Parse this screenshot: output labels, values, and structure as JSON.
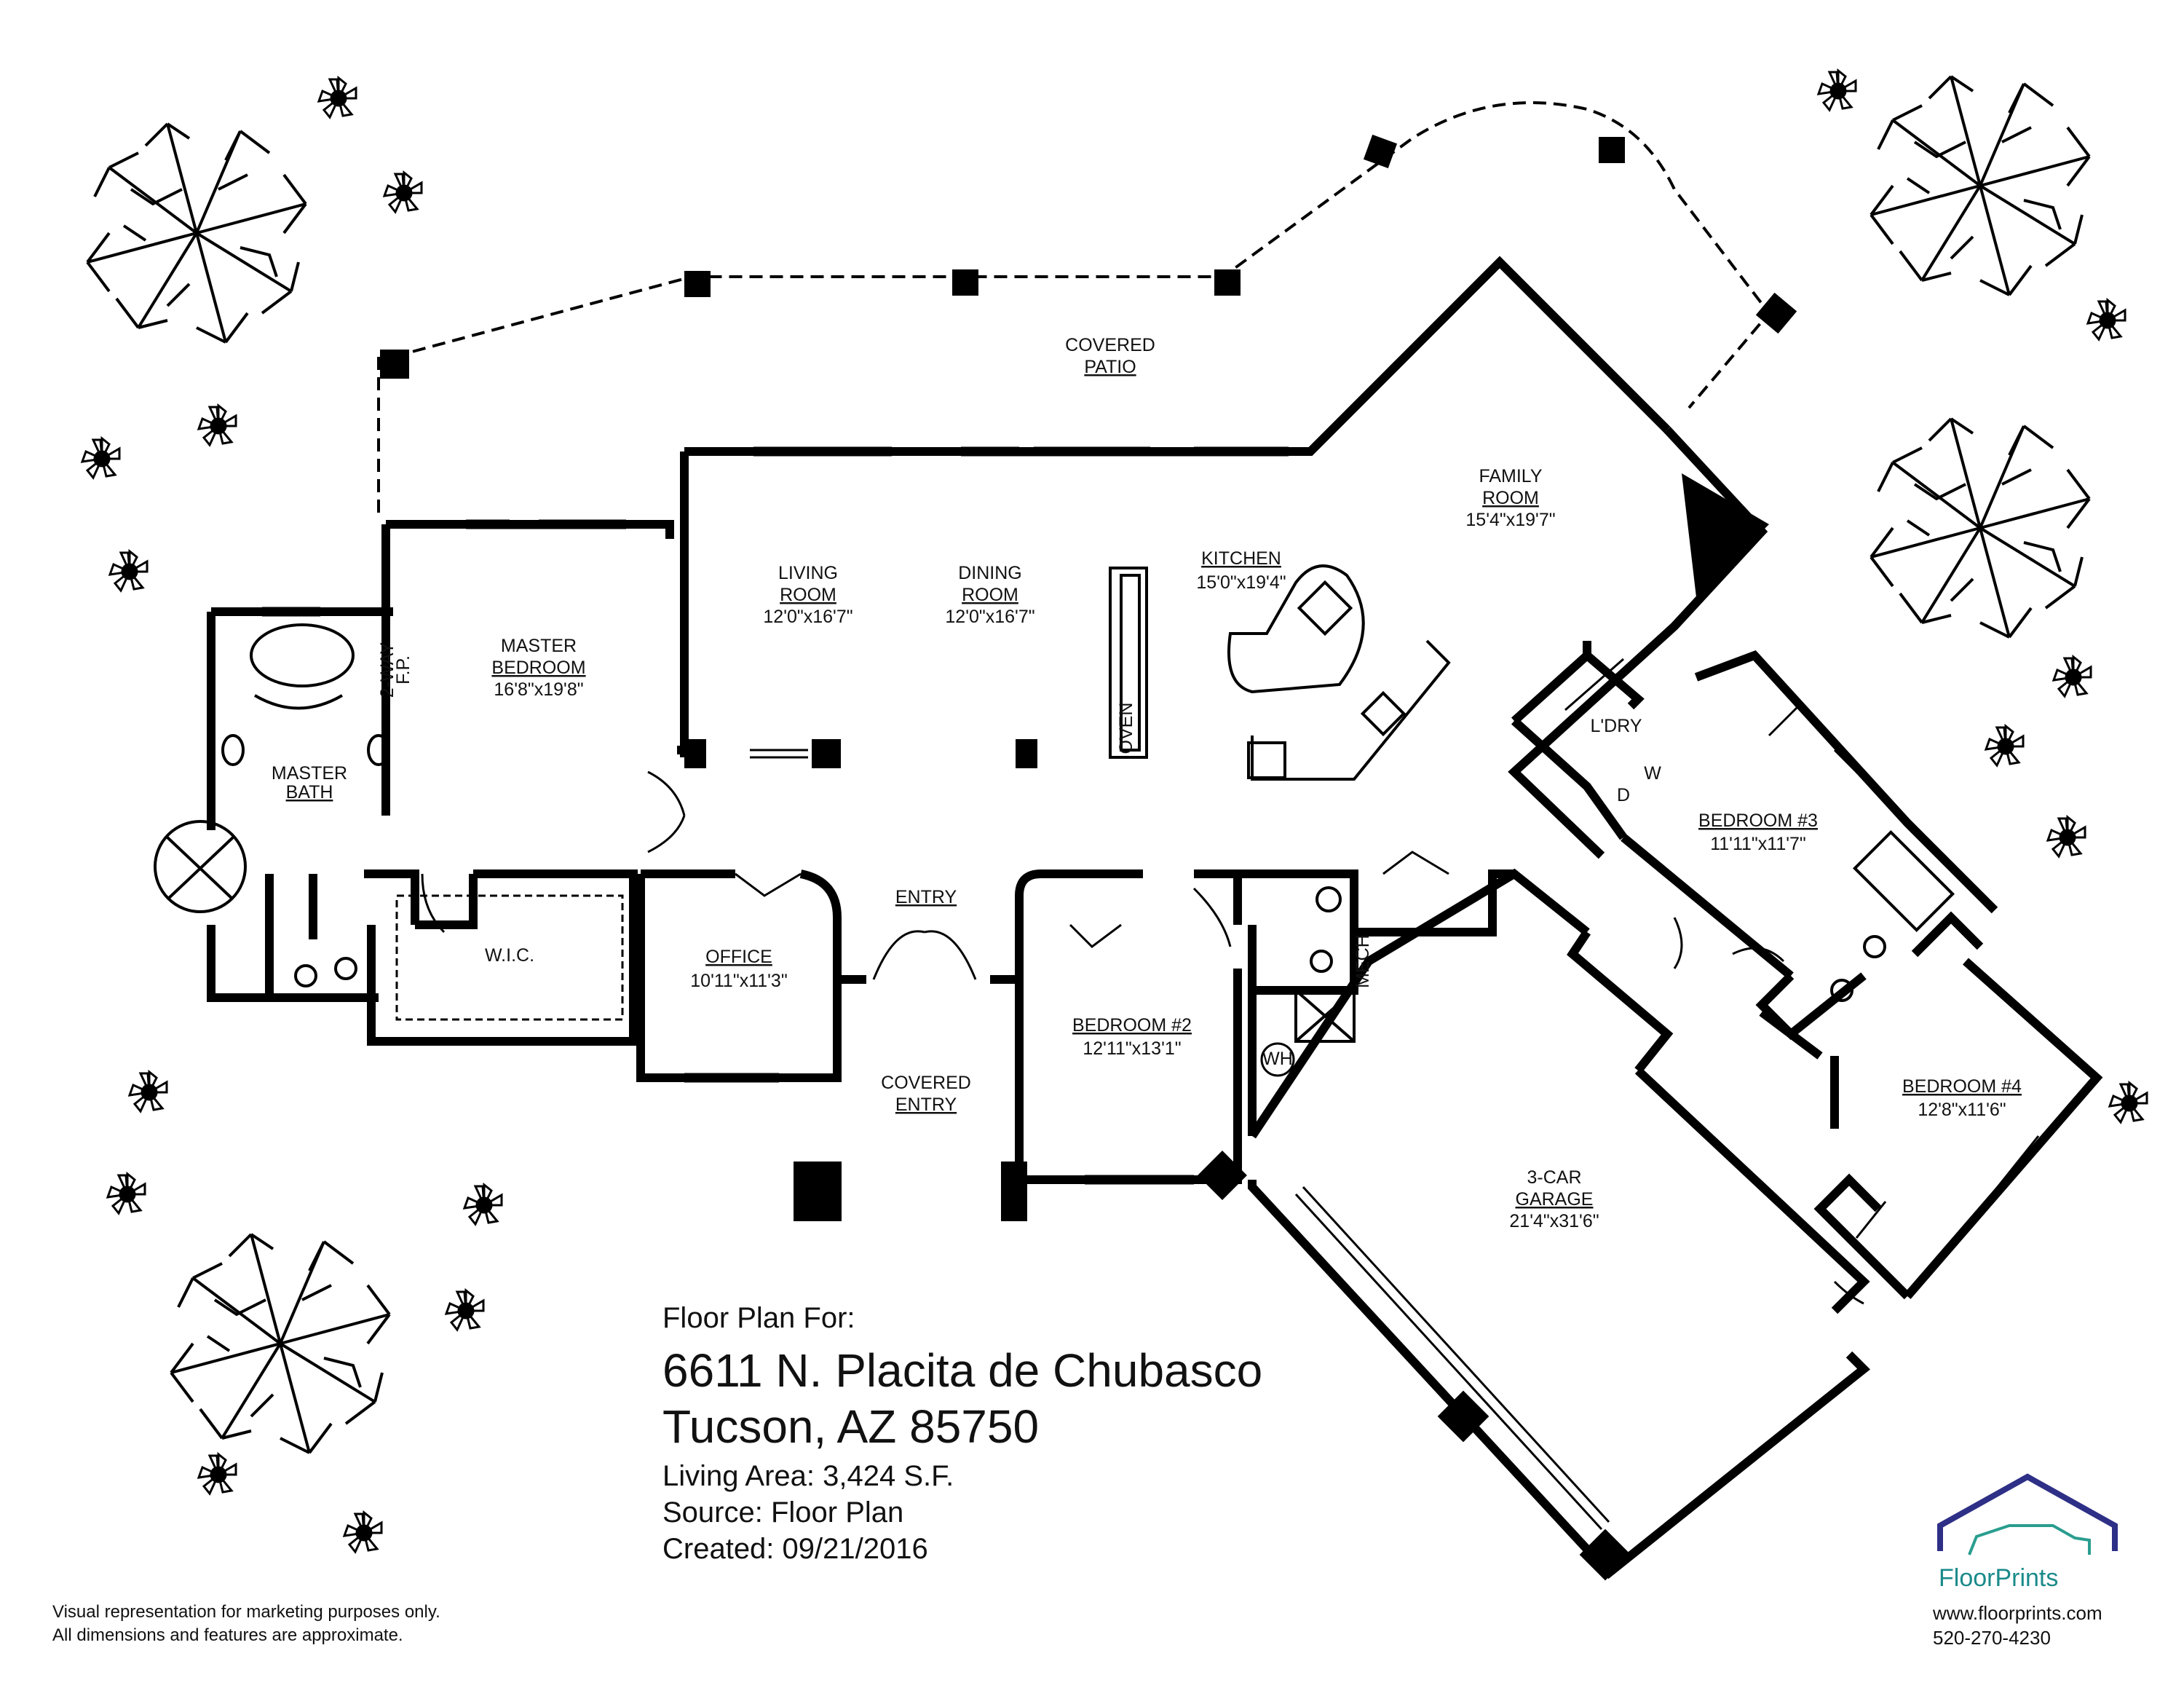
{
  "rooms": [
    {
      "name": "COVERED",
      "name2": "PATIO",
      "dims": ""
    },
    {
      "name": "FAMILY",
      "name2": "ROOM",
      "dims": "15'4\"x19'7\""
    },
    {
      "name": "LIVING",
      "name2": "ROOM",
      "dims": "12'0\"x16'7\""
    },
    {
      "name": "DINING",
      "name2": "ROOM",
      "dims": "12'0\"x16'7\""
    },
    {
      "name": "KITCHEN",
      "name2": "",
      "dims": "15'0\"x19'4\""
    },
    {
      "name": "MASTER",
      "name2": "BEDROOM",
      "dims": "16'8\"x19'8\""
    },
    {
      "name": "MASTER",
      "name2": "BATH",
      "dims": ""
    },
    {
      "name": "W.I.C.",
      "name2": "",
      "dims": ""
    },
    {
      "name": "OFFICE",
      "name2": "",
      "dims": "10'11\"x11'3\""
    },
    {
      "name": "ENTRY",
      "name2": "",
      "dims": ""
    },
    {
      "name": "COVERED",
      "name2": "ENTRY",
      "dims": ""
    },
    {
      "name": "BEDROOM #2",
      "name2": "",
      "dims": "12'11\"x13'1\""
    },
    {
      "name": "BEDROOM #3",
      "name2": "",
      "dims": "11'11\"x11'7\""
    },
    {
      "name": "BEDROOM #4",
      "name2": "",
      "dims": "12'8\"x11'6\""
    },
    {
      "name": "3-CAR",
      "name2": "GARAGE",
      "dims": "21'4\"x31'6\""
    },
    {
      "name": "L'DRY",
      "name2": "",
      "dims": ""
    }
  ],
  "fixtures": {
    "fireplace_line1": "2-WAY",
    "fireplace_line2": "F.P.",
    "oven": "OVEN",
    "mech": "MECH",
    "water_heater": "WH",
    "washer": "W",
    "dryer": "D"
  },
  "info": {
    "line1": "Floor Plan For:",
    "address1": "6611 N. Placita de Chubasco",
    "address2": "Tucson, AZ  85750",
    "living_area": "Living Area:  3,424 S.F.",
    "source": "Source:  Floor Plan",
    "created": "Created:  09/21/2016"
  },
  "disclaimer": {
    "line1": "Visual representation for marketing purposes only.",
    "line2": "All dimensions and features are approximate."
  },
  "brand": {
    "name": "FloorPrints",
    "website": "www.floorprints.com",
    "phone": "520-270-4230",
    "color_house": "#2e2f86",
    "color_car": "#2a9d8f",
    "color_text": "#1b8a8a"
  }
}
